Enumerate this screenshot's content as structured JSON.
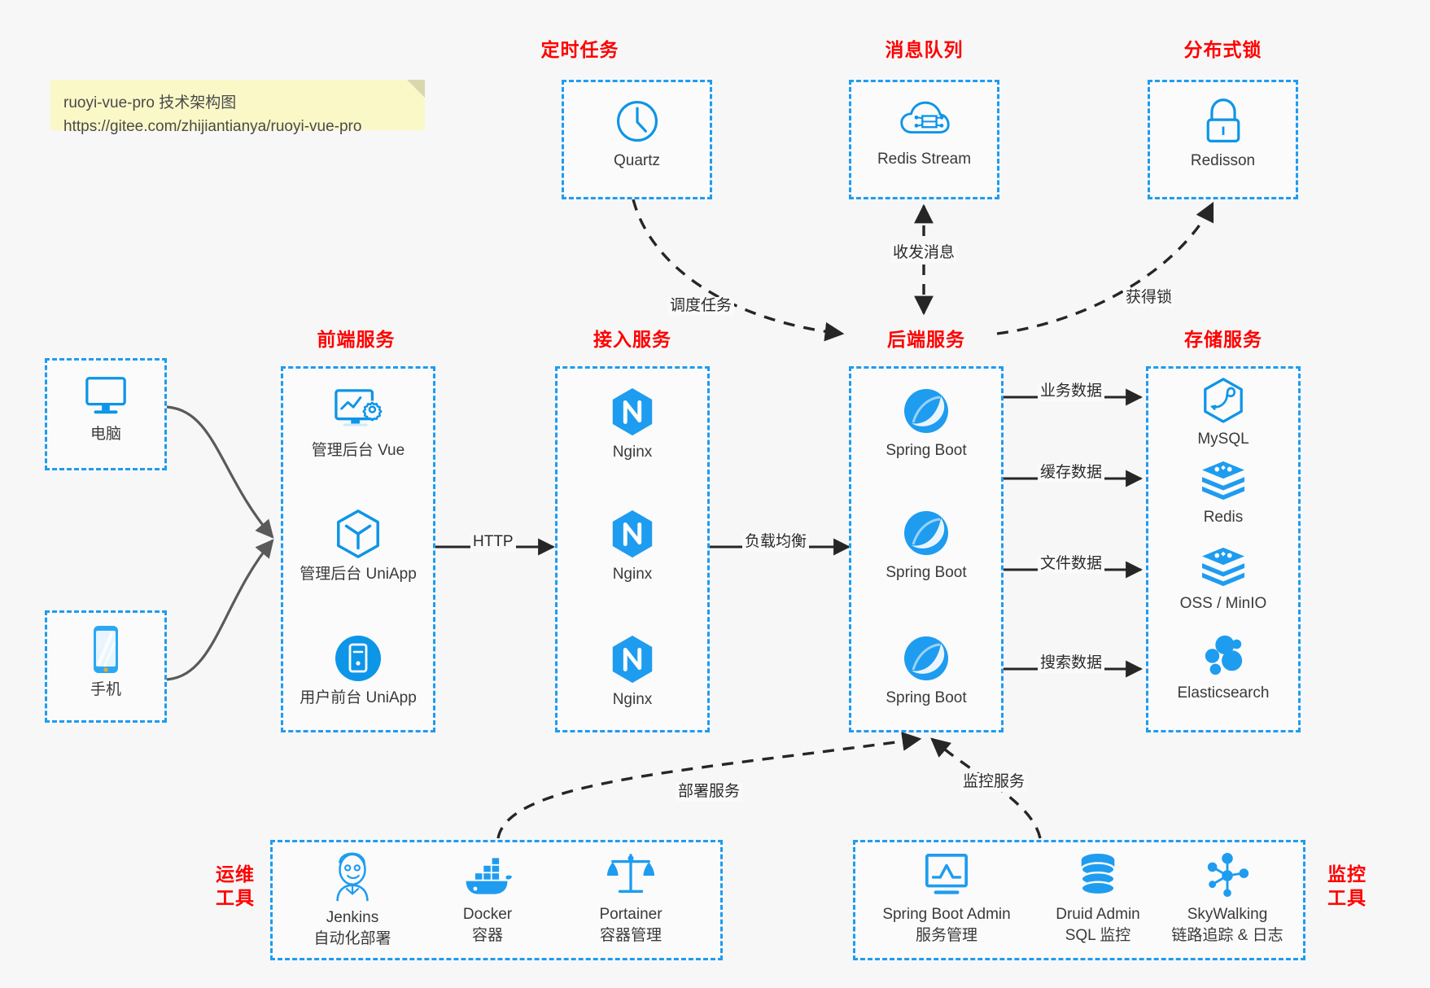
{
  "note": {
    "line1": "ruoyi-vue-pro 技术架构图",
    "line2": "https://gitee.com/zhijiantianya/ruoyi-vue-pro"
  },
  "colors": {
    "accent_blue": "#1e9cf0",
    "icon_blue": "#0d95e8",
    "title_red": "#ff0000",
    "text_dark": "#3a3a3a",
    "arrow_dark": "#262626",
    "arrow_gray": "#5a5a5a",
    "note_yellow": "#fbf8c8",
    "canvas_bg": "#f7f7f7"
  },
  "groups": {
    "scheduled_task": {
      "title": "定时任务"
    },
    "message_queue": {
      "title": "消息队列"
    },
    "distributed_lock": {
      "title": "分布式锁"
    },
    "frontend": {
      "title": "前端服务"
    },
    "gateway": {
      "title": "接入服务"
    },
    "backend": {
      "title": "后端服务"
    },
    "storage": {
      "title": "存储服务"
    },
    "devops": {
      "title_line1": "运维",
      "title_line2": "工具"
    },
    "monitor": {
      "title_line1": "监控",
      "title_line2": "工具"
    }
  },
  "nodes": {
    "quartz": {
      "label": "Quartz",
      "icon": "clock-icon"
    },
    "redis_stream": {
      "label": "Redis Stream",
      "icon": "cloud-stream-icon"
    },
    "redisson": {
      "label": "Redisson",
      "icon": "lock-icon"
    },
    "pc": {
      "label": "电脑",
      "icon": "desktop-icon"
    },
    "phone": {
      "label": "手机",
      "icon": "smartphone-icon"
    },
    "admin_vue": {
      "label": "管理后台 Vue",
      "icon": "dashboard-gear-icon"
    },
    "admin_uniapp": {
      "label": "管理后台 UniApp",
      "icon": "cube-icon"
    },
    "user_uniapp": {
      "label": "用户前台 UniApp",
      "icon": "mobile-app-icon"
    },
    "nginx1": {
      "label": "Nginx",
      "icon": "nginx-icon"
    },
    "nginx2": {
      "label": "Nginx",
      "icon": "nginx-icon"
    },
    "nginx3": {
      "label": "Nginx",
      "icon": "nginx-icon"
    },
    "springboot1": {
      "label": "Spring Boot",
      "icon": "spring-boot-icon"
    },
    "springboot2": {
      "label": "Spring Boot",
      "icon": "spring-boot-icon"
    },
    "springboot3": {
      "label": "Spring Boot",
      "icon": "spring-boot-icon"
    },
    "mysql": {
      "label": "MySQL",
      "icon": "mysql-icon"
    },
    "redis": {
      "label": "Redis",
      "icon": "redis-icon"
    },
    "oss_minio": {
      "label": "OSS / MinIO",
      "icon": "storage-stack-icon"
    },
    "elasticsearch": {
      "label": "Elasticsearch",
      "icon": "elasticsearch-icon"
    },
    "jenkins": {
      "label": "Jenkins",
      "sub": "自动化部署",
      "icon": "jenkins-icon"
    },
    "docker": {
      "label": "Docker",
      "sub": "容器",
      "icon": "docker-icon"
    },
    "portainer": {
      "label": "Portainer",
      "sub": "容器管理",
      "icon": "scales-icon"
    },
    "spring_boot_admin": {
      "label": "Spring Boot Admin",
      "sub": "服务管理",
      "icon": "monitor-chart-icon"
    },
    "druid_admin": {
      "label": "Druid Admin",
      "sub": "SQL 监控",
      "icon": "database-icon"
    },
    "skywalking": {
      "label": "SkyWalking",
      "sub": "链路追踪 & 日志",
      "icon": "network-nodes-icon"
    }
  },
  "edges": {
    "schedule_task": "调度任务",
    "send_receive_msg": "收发消息",
    "acquire_lock": "获得锁",
    "http": "HTTP",
    "load_balance": "负载均衡",
    "business_data": "业务数据",
    "cache_data": "缓存数据",
    "file_data": "文件数据",
    "search_data": "搜索数据",
    "deploy_service": "部署服务",
    "monitor_service": "监控服务"
  }
}
